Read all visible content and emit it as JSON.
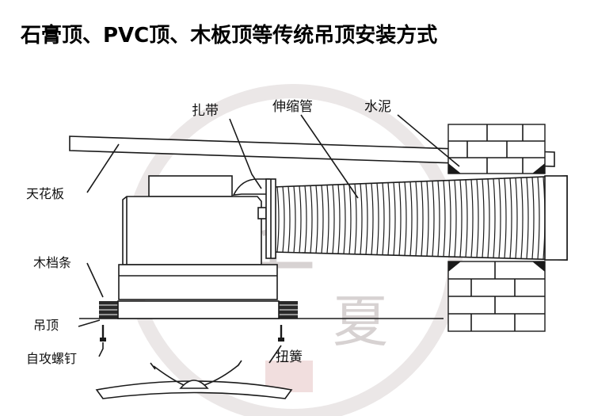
{
  "title": "石膏顶、PVC顶、木板顶等传统吊顶安装方式",
  "labels": {
    "ceiling_board": "天花板",
    "cable_tie": "扎带",
    "flex_pipe": "伸缩管",
    "cement": "水泥",
    "wood_strip": "木档条",
    "suspended_ceiling": "吊顶",
    "self_tapping_screw": "自攻螺钉",
    "torsion_spring": "扭簧"
  },
  "watermark": {
    "char1": "华",
    "char2": "夏"
  },
  "colors": {
    "line": "#1a1a1a",
    "watermark": "#d7d2d2",
    "seal": "#e8c9c9"
  }
}
